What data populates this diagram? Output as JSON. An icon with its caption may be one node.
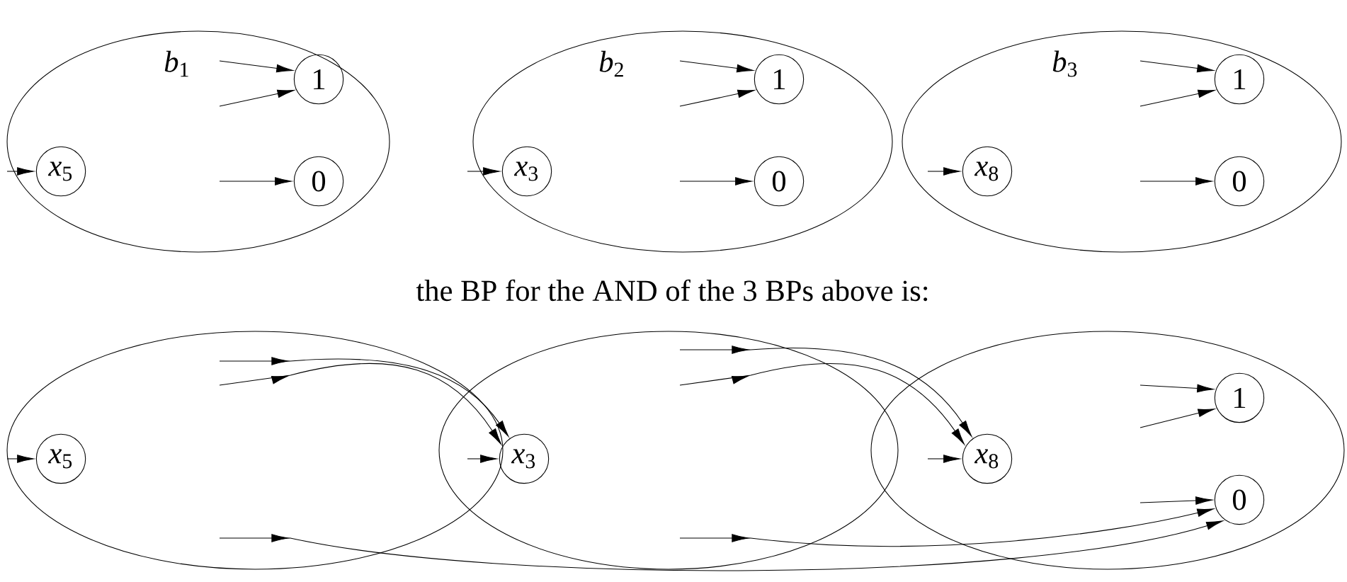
{
  "diagram": {
    "nodes": [
      {
        "text": [
          "*b*$_{1}$"
        ]
      },
      {
        "text": [
          "*x*$_{5}$"
        ],
        "in": 0
      },
      {
        "text": [
          "1"
        ],
        "in": 0
      },
      {
        "text": [
          "0"
        ],
        "in": 0
      },
      {
        "text": [
          "*b*$_{2}$"
        ]
      },
      {
        "text": [
          "*x*$_{3}$"
        ],
        "in": 4
      },
      {
        "text": [
          "1"
        ],
        "in": 4
      },
      {
        "text": [
          "0"
        ],
        "in": 4
      },
      {
        "text": [
          "*b*$_{3}$"
        ]
      },
      {
        "text": [
          "*x*$_{8}$"
        ],
        "in": 8
      },
      {
        "text": [
          "1"
        ],
        "in": 8
      },
      {
        "text": [
          "0"
        ],
        "in": 8
      },
      {
        "text": [],
        "shape": "ellipse"
      },
      {
        "text": [
          "*x*$_{5}$"
        ],
        "in": 12
      },
      {
        "text": [],
        "shape": "ellipse"
      },
      {
        "text": [
          "*x*$_{3}$"
        ],
        "in": 14
      },
      {
        "text": [],
        "shape": "ellipse"
      },
      {
        "text": [
          "*x*$_{8}$"
        ],
        "in": 16
      },
      {
        "text": [
          "1"
        ],
        "in": 16
      },
      {
        "text": [
          "0"
        ],
        "in": 16
      }
    ],
    "edges": [
      {
        "from": null,
        "to": 1,
        "arrow": "to"
      },
      {
        "from": null,
        "to": 2,
        "arrow": "to"
      },
      {
        "from": null,
        "to": 2,
        "arrow": "to"
      },
      {
        "from": null,
        "to": 3,
        "arrow": "to"
      },
      {
        "from": null,
        "to": 5,
        "arrow": "to"
      },
      {
        "from": null,
        "to": 6,
        "arrow": "to"
      },
      {
        "from": null,
        "to": 6,
        "arrow": "to"
      },
      {
        "from": null,
        "to": 7,
        "arrow": "to"
      },
      {
        "from": null,
        "to": 9,
        "arrow": "to"
      },
      {
        "from": null,
        "to": 10,
        "arrow": "to"
      },
      {
        "from": null,
        "to": 10,
        "arrow": "to"
      },
      {
        "from": null,
        "to": 11,
        "arrow": "to"
      },
      {
        "from": null,
        "to": 13,
        "arrow": "to"
      },
      {
        "from": null,
        "to": 15,
        "arrow": "to"
      },
      {
        "from": null,
        "to": 15,
        "arrow": "to"
      },
      {
        "from": null,
        "to": 19,
        "arrow": "to"
      },
      {
        "from": null,
        "to": 15,
        "arrow": "to"
      },
      {
        "from": null,
        "to": 17,
        "arrow": "to"
      },
      {
        "from": null,
        "to": 17,
        "arrow": "to"
      },
      {
        "from": null,
        "to": 19,
        "arrow": "to"
      },
      {
        "from": null,
        "to": 17,
        "arrow": "to"
      },
      {
        "from": null,
        "to": 18,
        "arrow": "to"
      },
      {
        "from": null,
        "to": 18,
        "arrow": "to"
      },
      {
        "from": null,
        "to": 19,
        "arrow": "to"
      }
    ],
    "labels": [
      "the BP for the AND of the 3 BPs above is:"
    ]
  }
}
